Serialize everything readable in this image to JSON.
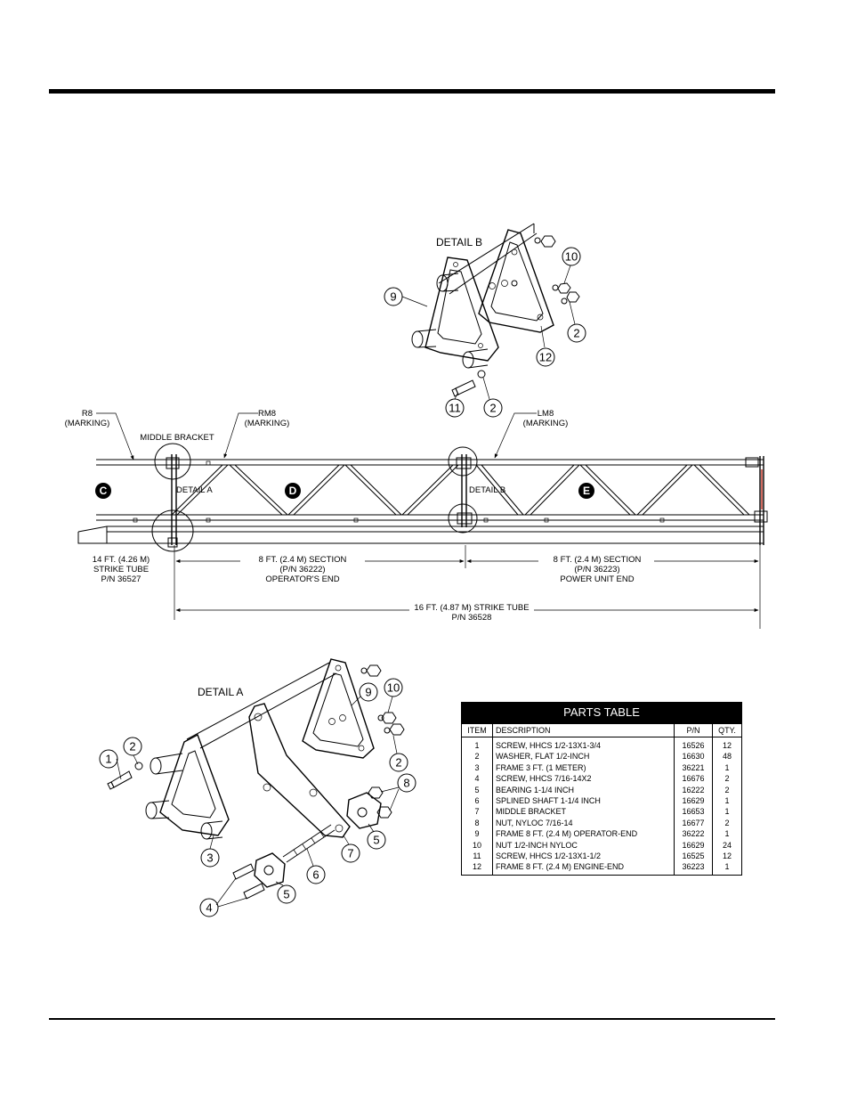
{
  "labels": {
    "detail_b": "DETAIL B",
    "detail_a": "DETAIL A",
    "r8": "R8",
    "rm8": "RM8",
    "lm8": "LM8",
    "marking": "(MARKING)",
    "middle_bracket": "MIDDLE BRACKET",
    "detail_a_ref": "DETAIL A",
    "detail_b_ref": "DETAIL B",
    "section_c": "C",
    "section_d": "D",
    "section_e": "E",
    "strike14_l1": "14 FT. (4.26 M)",
    "strike14_l2": "STRIKE TUBE",
    "strike14_l3": "P/N 36527",
    "sec_op_l1": "8 FT. (2.4 M) SECTION",
    "sec_op_l2": "(P/N 36222)",
    "sec_op_l3": "OPERATOR'S END",
    "sec_pw_l1": "8 FT. (2.4 M) SECTION",
    "sec_pw_l2": "(P/N 36223)",
    "sec_pw_l3": "POWER UNIT END",
    "strike16_l1": "16 FT. (4.87 M) STRIKE TUBE",
    "strike16_l2": "P/N 36528"
  },
  "callouts_b": [
    "9",
    "10",
    "2",
    "12",
    "11",
    "2"
  ],
  "callouts_a": [
    "1",
    "2",
    "3",
    "4",
    "5",
    "6",
    "7",
    "5",
    "8",
    "9",
    "10",
    "2"
  ],
  "parts_table": {
    "title": "PARTS TABLE",
    "headers": [
      "ITEM",
      "DESCRIPTION",
      "P/N",
      "QTY."
    ],
    "rows": [
      [
        "1",
        "SCREW, HHCS 1/2-13X1-3/4",
        "16526",
        "12"
      ],
      [
        "2",
        "WASHER, FLAT 1/2-INCH",
        "16630",
        "48"
      ],
      [
        "3",
        "FRAME 3 FT. (1 METER)",
        "36221",
        "1"
      ],
      [
        "4",
        "SCREW, HHCS 7/16-14X2",
        "16676",
        "2"
      ],
      [
        "5",
        "BEARING 1-1/4 INCH",
        "16222",
        "2"
      ],
      [
        "6",
        "SPLINED SHAFT 1-1/4 INCH",
        "16629",
        "1"
      ],
      [
        "7",
        "MIDDLE BRACKET",
        "16653",
        "1"
      ],
      [
        "8",
        "NUT, NYLOC 7/16-14",
        "16677",
        "2"
      ],
      [
        "9",
        "FRAME 8 FT. (2.4 M) OPERATOR-END",
        "36222",
        "1"
      ],
      [
        "10",
        "NUT 1/2-INCH NYLOC",
        "16629",
        "24"
      ],
      [
        "11",
        "SCREW, HHCS 1/2-13X1-1/2",
        "16525",
        "12"
      ],
      [
        "12",
        "FRAME 8 FT. (2.4 M) ENGINE-END",
        "36223",
        "1"
      ]
    ]
  }
}
